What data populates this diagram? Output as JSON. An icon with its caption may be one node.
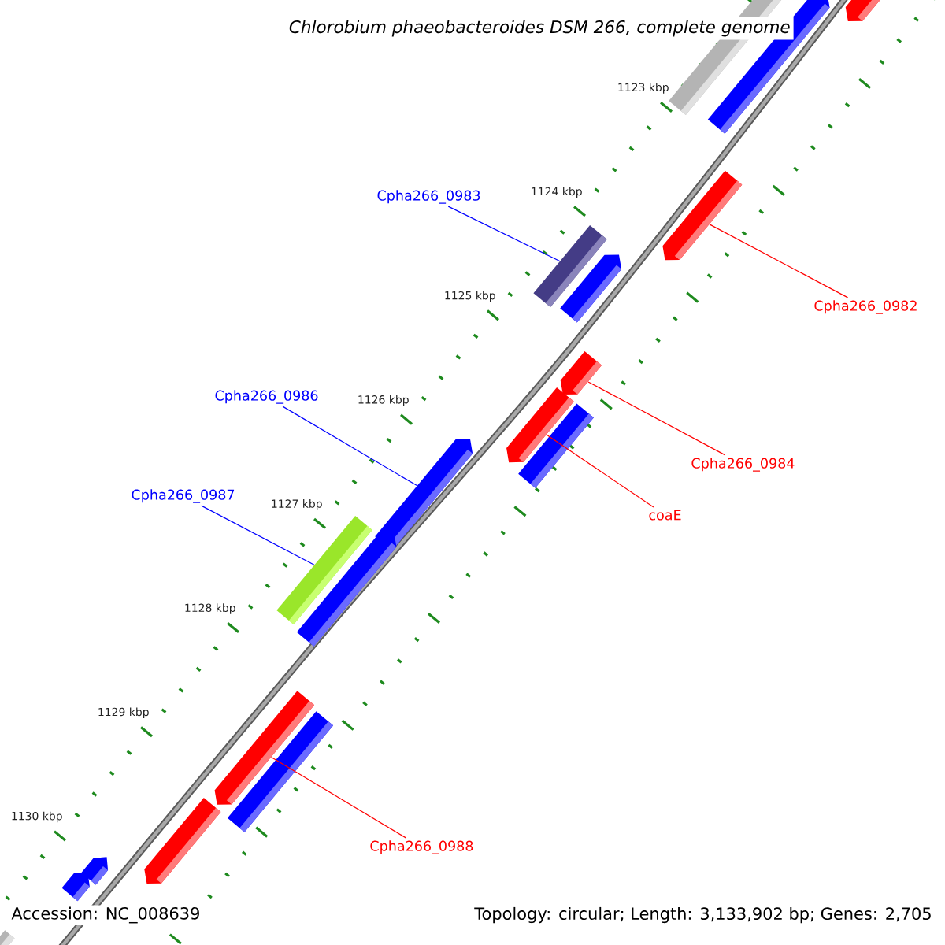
{
  "diagram": {
    "title": "Chlorobium phaeobacteroides DSM 266, complete genome",
    "nodes": [
      {
        "text": [
          "Cpha266_0983"
        ]
      },
      {
        "text": [
          "Cpha266_0982"
        ]
      },
      {
        "text": [
          "Cpha266_0986"
        ]
      },
      {
        "text": [
          "Cpha266_0984"
        ]
      },
      {
        "text": [
          "Cpha266_0987"
        ]
      },
      {
        "text": [
          "coaE"
        ]
      },
      {
        "text": [
          "Cpha266_0988"
        ]
      },
      {
        "text": [],
        "shape": "pentagon"
      },
      {
        "text": [],
        "shape": "box"
      },
      {
        "text": [],
        "shape": "pentagon"
      },
      {
        "text": [],
        "shape": "pentagon"
      },
      {
        "text": [],
        "shape": "box"
      },
      {
        "text": [],
        "shape": "pentagon"
      },
      {
        "text": [],
        "shape": "pentagon"
      },
      {
        "text": [],
        "shape": "pentagon"
      },
      {
        "text": [],
        "shape": "box"
      },
      {
        "text": [],
        "shape": "pentagon"
      },
      {
        "text": [],
        "shape": "box"
      },
      {
        "text": [],
        "shape": "pentagon"
      },
      {
        "text": [],
        "shape": "pentagon"
      },
      {
        "text": [],
        "shape": "box"
      },
      {
        "text": [],
        "shape": "pentagon"
      },
      {
        "text": [],
        "shape": "pentagon"
      },
      {
        "text": [],
        "shape": "pentagon"
      },
      {
        "text": [],
        "shape": "box"
      }
    ],
    "edges": [
      {
        "from": 0,
        "to": 11,
        "arrow": "none",
        "color": "#0000ff"
      },
      {
        "from": 1,
        "to": 10,
        "arrow": "none",
        "color": "#ff0000"
      },
      {
        "from": 2,
        "to": 16,
        "arrow": "none",
        "color": "#0000ff"
      },
      {
        "from": 3,
        "to": 13,
        "arrow": "none",
        "color": "#ff0000"
      },
      {
        "from": 4,
        "to": 17,
        "arrow": "none",
        "color": "#0000ff"
      },
      {
        "from": 5,
        "to": 14,
        "arrow": "none",
        "color": "#ff0000"
      },
      {
        "from": 6,
        "to": 19,
        "arrow": "none",
        "color": "#ff0000"
      }
    ],
    "labels": [
      "1123 kbp",
      "1124 kbp",
      "1125 kbp",
      "1126 kbp",
      "1127 kbp",
      "1128 kbp",
      "1129 kbp",
      "1130 kbp",
      "Accession: NC_008639",
      "Topology: circular; Length: 3,133,902 bp; Genes: 2,705"
    ]
  }
}
